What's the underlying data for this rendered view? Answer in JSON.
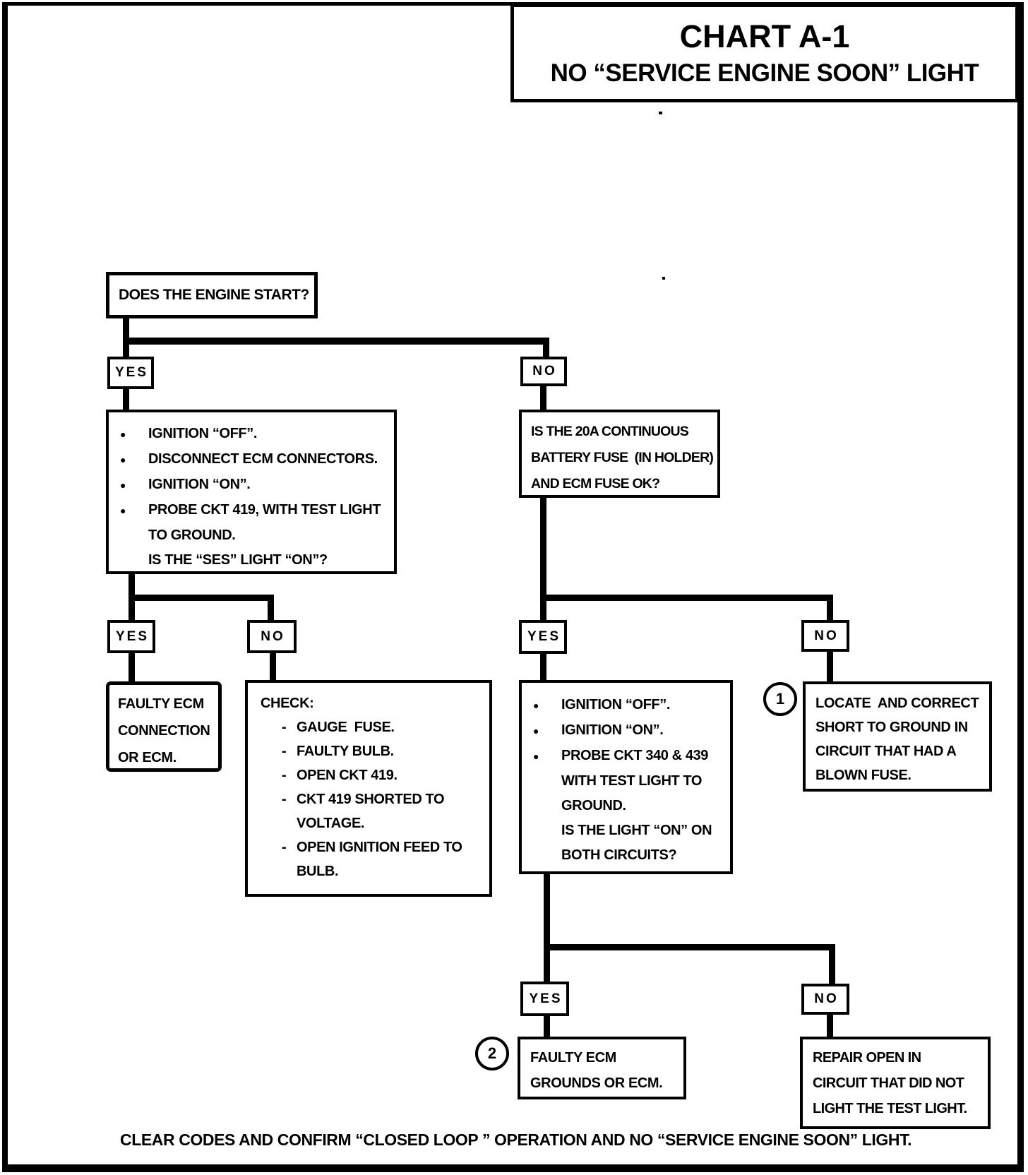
{
  "chart": {
    "title": "CHART A-1",
    "subtitle": "NO “SERVICE ENGINE SOON” LIGHT",
    "footer": "CLEAR CODES AND CONFIRM “CLOSED LOOP ” OPERATION AND NO “SERVICE ENGINE SOON” LIGHT.",
    "badges": {
      "one": "1",
      "two": "2"
    },
    "labels": {
      "yes1": "YES",
      "no1": "NO",
      "yes2": "YES",
      "no2": "NO",
      "yes3": "YES",
      "no3": "NO",
      "yes4": "YES",
      "no4": "NO"
    },
    "boxes": {
      "start": {
        "text": "DOES THE ENGINE START?"
      },
      "left_steps": {
        "lines": [
          {
            "m": "●",
            "t": "IGNITION “OFF”."
          },
          {
            "m": "●",
            "t": "DISCONNECT ECM CONNECTORS."
          },
          {
            "m": "●",
            "t": "IGNITION “ON”."
          },
          {
            "m": "●",
            "t": "PROBE CKT 419, WITH TEST LIGHT"
          },
          {
            "m": "",
            "t": "TO GROUND."
          },
          {
            "m": "",
            "t": "IS THE “SES” LIGHT “ON”?"
          }
        ]
      },
      "faulty_ecm_connection": {
        "lines": [
          {
            "m": "",
            "t": "FAULTY ECM"
          },
          {
            "m": "",
            "t": "CONNECTION"
          },
          {
            "m": "",
            "t": "OR ECM."
          }
        ]
      },
      "check": {
        "heading": "CHECK:",
        "lines": [
          {
            "m": "-",
            "t": "GAUGE  FUSE."
          },
          {
            "m": "-",
            "t": "FAULTY BULB."
          },
          {
            "m": "-",
            "t": "OPEN CKT 419."
          },
          {
            "m": "-",
            "t": "CKT 419 SHORTED TO"
          },
          {
            "m": "",
            "t": "VOLTAGE."
          },
          {
            "m": "-",
            "t": "OPEN IGNITION FEED TO"
          },
          {
            "m": "",
            "t": "BULB."
          }
        ]
      },
      "fuse_question": {
        "lines": [
          {
            "m": "",
            "t": "IS THE 20A CONTINUOUS"
          },
          {
            "m": "",
            "t": "BATTERY FUSE  (IN HOLDER)"
          },
          {
            "m": "",
            "t": "AND ECM FUSE OK?"
          }
        ]
      },
      "right_steps": {
        "lines": [
          {
            "m": "●",
            "t": "IGNITION “OFF”."
          },
          {
            "m": "●",
            "t": "IGNITION “ON”."
          },
          {
            "m": "●",
            "t": "PROBE CKT 340 & 439"
          },
          {
            "m": "",
            "t": "WITH TEST LIGHT TO"
          },
          {
            "m": "",
            "t": "GROUND."
          },
          {
            "m": "",
            "t": "IS THE LIGHT “ON” ON"
          },
          {
            "m": "",
            "t": "BOTH CIRCUITS?"
          }
        ]
      },
      "locate_short": {
        "lines": [
          {
            "m": "",
            "t": "LOCATE  AND CORRECT"
          },
          {
            "m": "",
            "t": "SHORT TO GROUND IN"
          },
          {
            "m": "",
            "t": "CIRCUIT THAT HAD A"
          },
          {
            "m": "",
            "t": "BLOWN FUSE."
          }
        ]
      },
      "faulty_grounds": {
        "lines": [
          {
            "m": "",
            "t": "FAULTY ECM"
          },
          {
            "m": "",
            "t": "GROUNDS OR ECM."
          }
        ]
      },
      "repair_open": {
        "lines": [
          {
            "m": "",
            "t": "REPAIR OPEN IN"
          },
          {
            "m": "",
            "t": "CIRCUIT THAT DID NOT"
          },
          {
            "m": "",
            "t": "LIGHT THE TEST LIGHT."
          }
        ]
      }
    }
  }
}
